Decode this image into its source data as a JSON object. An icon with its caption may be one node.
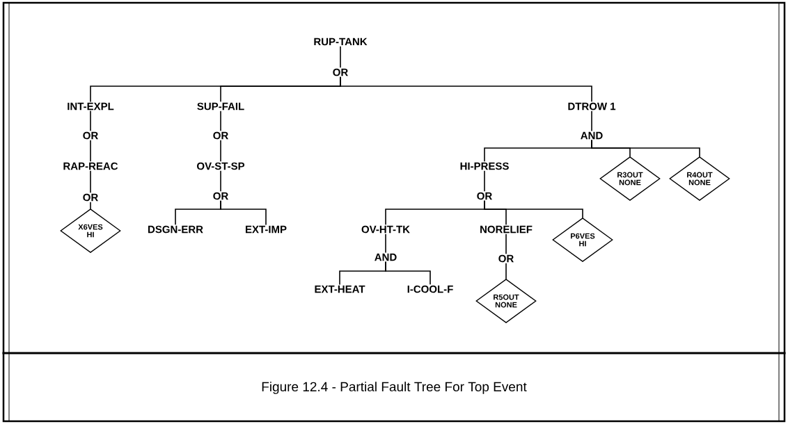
{
  "diagram": {
    "caption": "Figure 12.4 - Partial Fault Tree For Top Event",
    "nodes": [
      {
        "text": [
          "RUP-TANK"
        ]
      },
      {
        "text": [
          "OR"
        ]
      },
      {
        "text": [
          "INT-EXPL"
        ]
      },
      {
        "text": [
          "SUP-FAIL"
        ]
      },
      {
        "text": [
          "DTROW 1"
        ]
      },
      {
        "text": [
          "OR"
        ]
      },
      {
        "text": [
          "RAP-REAC"
        ]
      },
      {
        "text": [
          "OR"
        ]
      },
      {
        "text": [
          "X6VES HI"
        ]
      },
      {
        "text": [
          "OR"
        ]
      },
      {
        "text": [
          "OV-ST-SP"
        ]
      },
      {
        "text": [
          "OR"
        ]
      },
      {
        "text": [
          "DSGN-ERR"
        ]
      },
      {
        "text": [
          "EXT-IMP"
        ]
      },
      {
        "text": [
          "AND"
        ]
      },
      {
        "text": [
          "HI-PRESS"
        ]
      },
      {
        "text": [
          "R3OUT NONE"
        ]
      },
      {
        "text": [
          "R4OUT NONE"
        ]
      },
      {
        "text": [
          "OR"
        ]
      },
      {
        "text": [
          "OV-HT-TK"
        ]
      },
      {
        "text": [
          "NORELIEF"
        ]
      },
      {
        "text": [
          "P6VES HI"
        ]
      },
      {
        "text": [
          "AND"
        ]
      },
      {
        "text": [
          "EXT-HEAT"
        ]
      },
      {
        "text": [
          "I-COOL-F"
        ]
      },
      {
        "text": [
          "OR"
        ]
      },
      {
        "text": [
          "R5OUT NONE"
        ]
      }
    ],
    "edges": [
      {
        "from": 0,
        "to": 1,
        "arrow": "none"
      },
      {
        "from": 1,
        "to": 2,
        "arrow": "none"
      },
      {
        "from": 1,
        "to": 3,
        "arrow": "none"
      },
      {
        "from": 1,
        "to": 4,
        "arrow": "none"
      },
      {
        "from": 2,
        "to": 5,
        "arrow": "none"
      },
      {
        "from": 5,
        "to": 6,
        "arrow": "none"
      },
      {
        "from": 6,
        "to": 7,
        "arrow": "none"
      },
      {
        "from": 7,
        "to": 8,
        "arrow": "none"
      },
      {
        "from": 3,
        "to": 9,
        "arrow": "none"
      },
      {
        "from": 9,
        "to": 10,
        "arrow": "none"
      },
      {
        "from": 10,
        "to": 11,
        "arrow": "none"
      },
      {
        "from": 11,
        "to": 12,
        "arrow": "none"
      },
      {
        "from": 11,
        "to": 13,
        "arrow": "none"
      },
      {
        "from": 4,
        "to": 14,
        "arrow": "none"
      },
      {
        "from": 14,
        "to": 15,
        "arrow": "none"
      },
      {
        "from": 14,
        "to": 16,
        "arrow": "none"
      },
      {
        "from": 14,
        "to": 17,
        "arrow": "none"
      },
      {
        "from": 15,
        "to": 18,
        "arrow": "none"
      },
      {
        "from": 18,
        "to": 19,
        "arrow": "none"
      },
      {
        "from": 18,
        "to": 20,
        "arrow": "none"
      },
      {
        "from": 18,
        "to": 21,
        "arrow": "none"
      },
      {
        "from": 19,
        "to": 22,
        "arrow": "none"
      },
      {
        "from": 22,
        "to": 23,
        "arrow": "none"
      },
      {
        "from": 22,
        "to": 24,
        "arrow": "none"
      },
      {
        "from": 20,
        "to": 25,
        "arrow": "none"
      },
      {
        "from": 25,
        "to": 26,
        "arrow": "none"
      }
    ]
  }
}
